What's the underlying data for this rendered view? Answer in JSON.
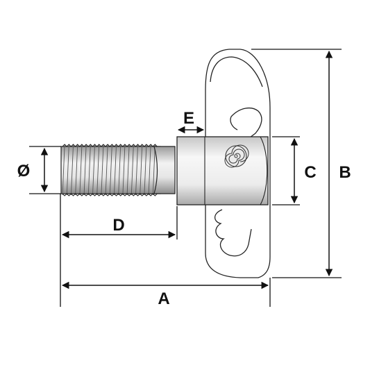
{
  "diagram": {
    "labels": {
      "diameter": "Ø",
      "a": "A",
      "b": "B",
      "c": "C",
      "d": "D",
      "e": "E"
    },
    "colors": {
      "line": "#111111",
      "background": "#ffffff",
      "metal_light": "#f4f4f4",
      "metal_dark": "#b9b9b9"
    }
  }
}
